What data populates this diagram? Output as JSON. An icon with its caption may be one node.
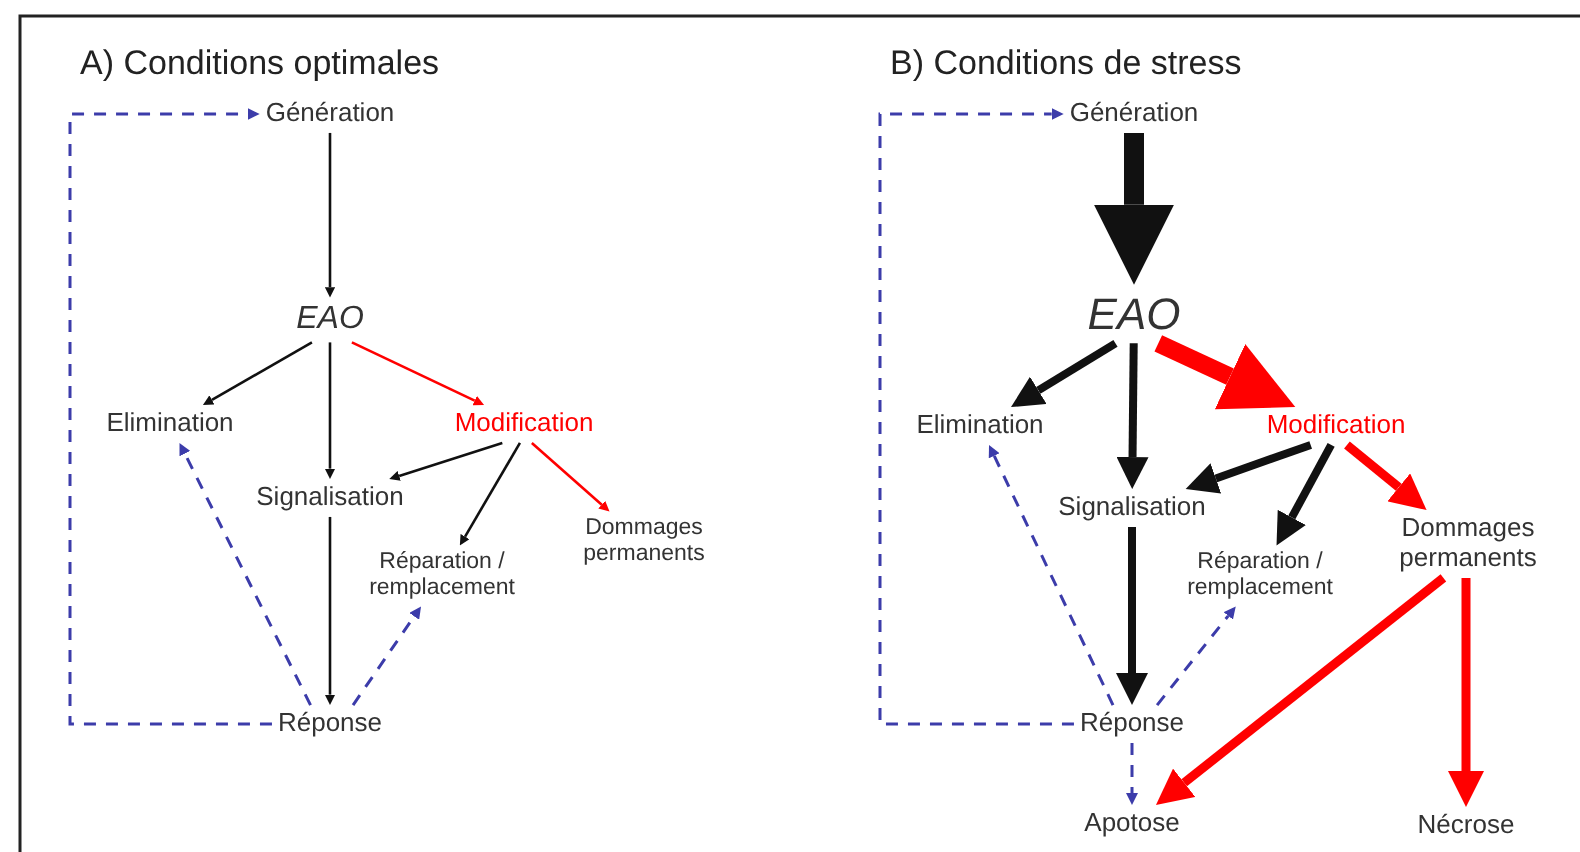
{
  "diagram": {
    "nodes": [
      {
        "text": [
          "Génération"
        ]
      },
      {
        "text": [
          "EAO"
        ]
      },
      {
        "text": [
          "Elimination"
        ]
      },
      {
        "text": [
          "Modification"
        ]
      },
      {
        "text": [
          "Signalisation"
        ]
      },
      {
        "text": [
          "Réparation / remplacement"
        ]
      },
      {
        "text": [
          "Dommages permanents"
        ]
      },
      {
        "text": [
          "Réponse"
        ]
      },
      {
        "text": [
          "Génération"
        ]
      },
      {
        "text": [
          "EAO"
        ]
      },
      {
        "text": [
          "Elimination"
        ]
      },
      {
        "text": [
          "Modification"
        ]
      },
      {
        "text": [
          "Signalisation"
        ]
      },
      {
        "text": [
          "Réparation / remplacement"
        ]
      },
      {
        "text": [
          "Dommages permanents"
        ]
      },
      {
        "text": [
          "Réponse"
        ]
      },
      {
        "text": [
          "Apotose"
        ]
      },
      {
        "text": [
          "Nécrose"
        ]
      }
    ],
    "edges": [
      {
        "from": 0,
        "to": 1,
        "arrow": "to"
      },
      {
        "from": 1,
        "to": 2,
        "arrow": "to"
      },
      {
        "from": 1,
        "to": 4,
        "arrow": "to"
      },
      {
        "from": 1,
        "to": 3,
        "arrow": "to",
        "color": "#ff0000"
      },
      {
        "from": 3,
        "to": 4,
        "arrow": "to"
      },
      {
        "from": 3,
        "to": 5,
        "arrow": "to"
      },
      {
        "from": 3,
        "to": 6,
        "arrow": "to",
        "color": "#ff0000"
      },
      {
        "from": 4,
        "to": 7,
        "arrow": "to"
      },
      {
        "from": 7,
        "to": 2,
        "arrow": "to",
        "style": "dashed",
        "color": "#3c3caa"
      },
      {
        "from": 7,
        "to": 5,
        "arrow": "to",
        "style": "dashed",
        "color": "#3c3caa"
      },
      {
        "from": 7,
        "to": 0,
        "arrow": "to",
        "style": "dashed",
        "color": "#3c3caa"
      },
      {
        "from": 8,
        "to": 9,
        "arrow": "to",
        "style": "thick"
      },
      {
        "from": 9,
        "to": 10,
        "arrow": "to",
        "style": "thick"
      },
      {
        "from": 9,
        "to": 12,
        "arrow": "to",
        "style": "thick"
      },
      {
        "from": 9,
        "to": 11,
        "arrow": "to",
        "style": "thick",
        "color": "#ff0000"
      },
      {
        "from": 11,
        "to": 12,
        "arrow": "to",
        "style": "thick"
      },
      {
        "from": 11,
        "to": 13,
        "arrow": "to",
        "style": "thick"
      },
      {
        "from": 11,
        "to": 14,
        "arrow": "to",
        "style": "thick",
        "color": "#ff0000"
      },
      {
        "from": 12,
        "to": 15,
        "arrow": "to",
        "style": "thick"
      },
      {
        "from": 14,
        "to": 16,
        "arrow": "to",
        "style": "thick",
        "color": "#ff0000"
      },
      {
        "from": 14,
        "to": 17,
        "arrow": "to",
        "style": "thick",
        "color": "#ff0000"
      },
      {
        "from": 15,
        "to": 10,
        "arrow": "to",
        "style": "dashed",
        "color": "#3c3caa"
      },
      {
        "from": 15,
        "to": 13,
        "arrow": "to",
        "style": "dashed",
        "color": "#3c3caa"
      },
      {
        "from": 15,
        "to": 8,
        "arrow": "to",
        "style": "dashed",
        "color": "#3c3caa"
      },
      {
        "from": 15,
        "to": 16,
        "arrow": "to",
        "style": "dashed",
        "color": "#3c3caa"
      }
    ],
    "labels": [
      "A) Conditions optimales",
      "B) Conditions de stress"
    ]
  }
}
